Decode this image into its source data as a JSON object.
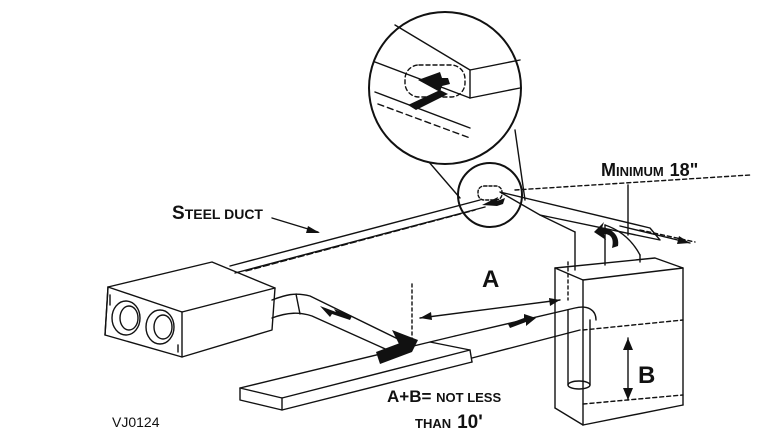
{
  "labels": {
    "steel_duct": {
      "cap": "S",
      "rest": "TEEL DUCT"
    },
    "minimum": {
      "cap": "M",
      "rest": "INIMUM",
      "value": "18\""
    },
    "dim_a": "A",
    "dim_b": "B",
    "rule_line1": {
      "lead": "A+B= ",
      "rest": "NOT LESS"
    },
    "rule_line2": {
      "rest": "THAN",
      "value": "10'"
    },
    "figure_id": "VJ0124"
  }
}
